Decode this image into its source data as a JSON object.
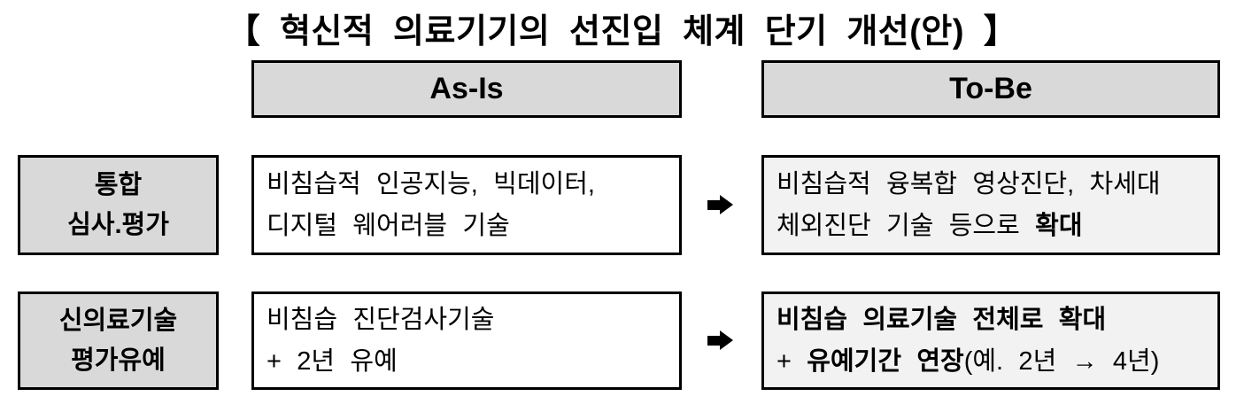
{
  "title": "【 혁신적 의료기기의 선진입 체계 단기 개선(안) 】",
  "columns": {
    "as_is": "As-Is",
    "to_be": "To-Be"
  },
  "icons": {
    "transition_arrow": "➡"
  },
  "colors": {
    "header_fill": "#d9d9d9",
    "label_fill": "#d9d9d9",
    "as_is_fill": "#ffffff",
    "to_be_fill": "#f2f2f2",
    "border": "#000000",
    "arrow": "#000000"
  },
  "rows": [
    {
      "label": "통합\n심사.평가",
      "as_is": {
        "text": "비침습적 인공지능, 빅데이터,\n디지털 웨어러블 기술"
      },
      "to_be": {
        "text": "비침습적 융복합 영상진단, 차세대\n체외진단 기술 등으로 ",
        "bold": "확대"
      }
    },
    {
      "label": "신의료기술\n평가유예",
      "as_is": {
        "text": "비침습 진단검사기술\n+ 2년 유예"
      },
      "to_be": {
        "line1_bold": "비침습 의료기술 전체로 확대\n",
        "line2_prefix": "+ ",
        "line2_bold": "유예기간 연장",
        "line2_suffix": "(예. 2년 → 4년)"
      }
    }
  ]
}
